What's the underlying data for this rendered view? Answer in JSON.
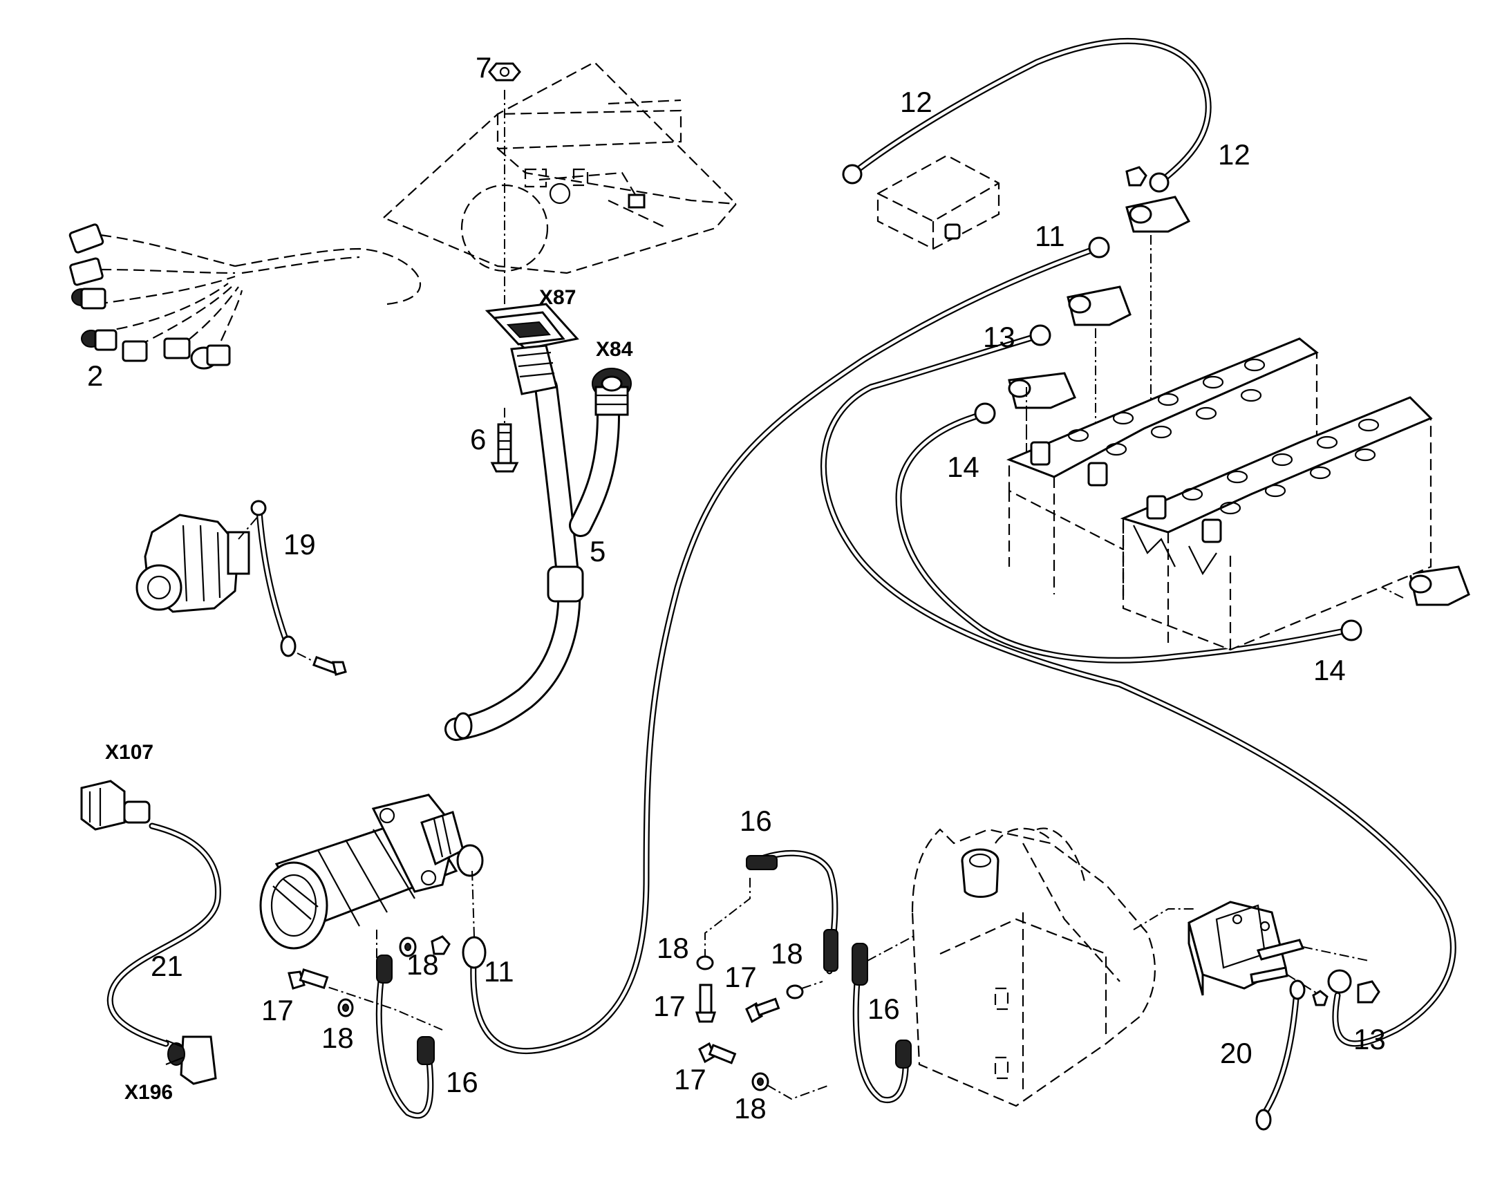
{
  "diagram": {
    "part_labels": {
      "p2": "2",
      "p5": "5",
      "p6": "6",
      "p7": "7",
      "p11a": "11",
      "p11b": "11",
      "p12a": "12",
      "p12b": "12",
      "p13a": "13",
      "p13b": "13",
      "p14a": "14",
      "p14b": "14",
      "p16a": "16",
      "p16b": "16",
      "p16c": "16",
      "p17a": "17",
      "p17b": "17",
      "p17c": "17",
      "p17d": "17",
      "p18a": "18",
      "p18b": "18",
      "p18c": "18",
      "p18d": "18",
      "p18e": "18",
      "p19": "19",
      "p20": "20",
      "p21": "21"
    },
    "connector_labels": {
      "x87": "X87",
      "x84": "X84",
      "x107": "X107",
      "x196": "X196"
    }
  }
}
